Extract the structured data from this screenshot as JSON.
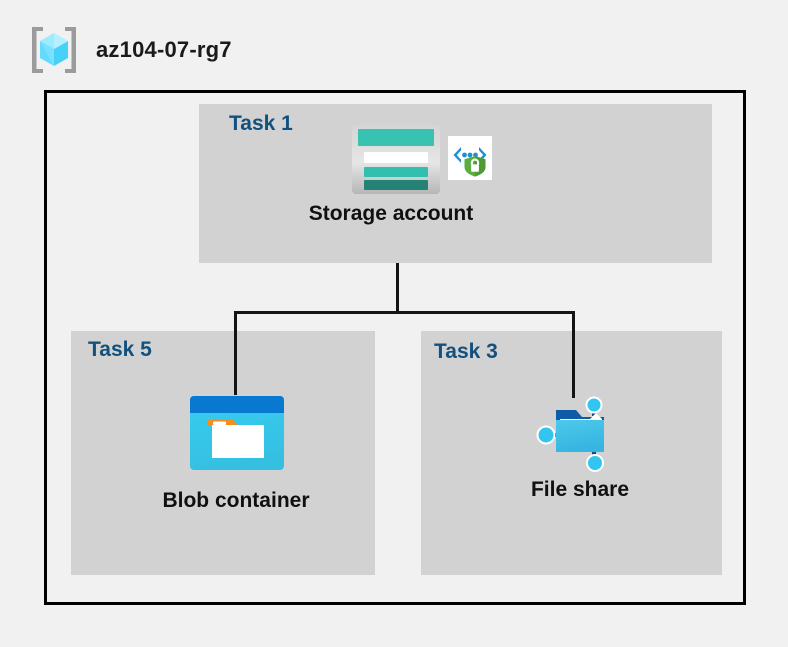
{
  "header": {
    "icon_name": "resource-group-icon",
    "title": "az104-07-rg7"
  },
  "diagram": {
    "frame_color": "#000000",
    "panel_color": "#d2d2d2",
    "background_color": "#f1f1f1",
    "task_label_color": "#12507e",
    "node_label_color": "#101010",
    "connector_color": "#141414",
    "panels": [
      {
        "id": "task1",
        "task_label": "Task 1",
        "node_label": "Storage account",
        "icons": [
          "storage-account-icon",
          "storage-encryption-icon"
        ]
      },
      {
        "id": "task5",
        "task_label": "Task 5",
        "node_label": "Blob container",
        "icons": [
          "blob-container-icon"
        ]
      },
      {
        "id": "task3",
        "task_label": "Task 3",
        "node_label": "File share",
        "icons": [
          "file-share-icon"
        ]
      }
    ]
  },
  "colors": {
    "azure_blue": "#0078d4",
    "cyan": "#50e6ff",
    "teal": "#37c2b1",
    "teal_dark": "#258277",
    "teal_mid": "#32bfae",
    "shield_green": "#5aad3f",
    "orange": "#f78d1e",
    "brackets_gray": "#949494",
    "title_navy": "#12507e"
  }
}
